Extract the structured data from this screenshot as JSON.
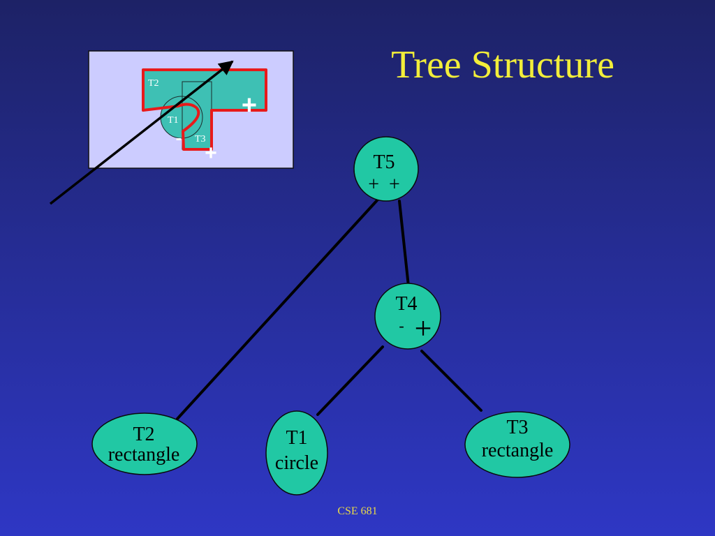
{
  "slide": {
    "title": "Tree Structure",
    "footer": "CSE 681"
  },
  "inset": {
    "labels": {
      "t2": "T2",
      "t1": "T1",
      "t3": "T3"
    },
    "signs": {
      "plus_large": "+",
      "minus": "-",
      "plus_small": "+"
    },
    "colors": {
      "panel": "#ccccff",
      "shape_fill": "#3ec0b4",
      "outline": "#e81a1a"
    }
  },
  "tree": {
    "t5": {
      "name": "T5",
      "signs": "+  +"
    },
    "t4": {
      "name": "T4",
      "sign_minus": "-",
      "sign_plus": "+"
    },
    "t2": {
      "name": "T2",
      "kind": "rectangle"
    },
    "t1": {
      "name": "T1",
      "kind": "circle"
    },
    "t3": {
      "name": "T3",
      "kind": "rectangle"
    },
    "colors": {
      "node_fill": "#21c8a4"
    }
  }
}
